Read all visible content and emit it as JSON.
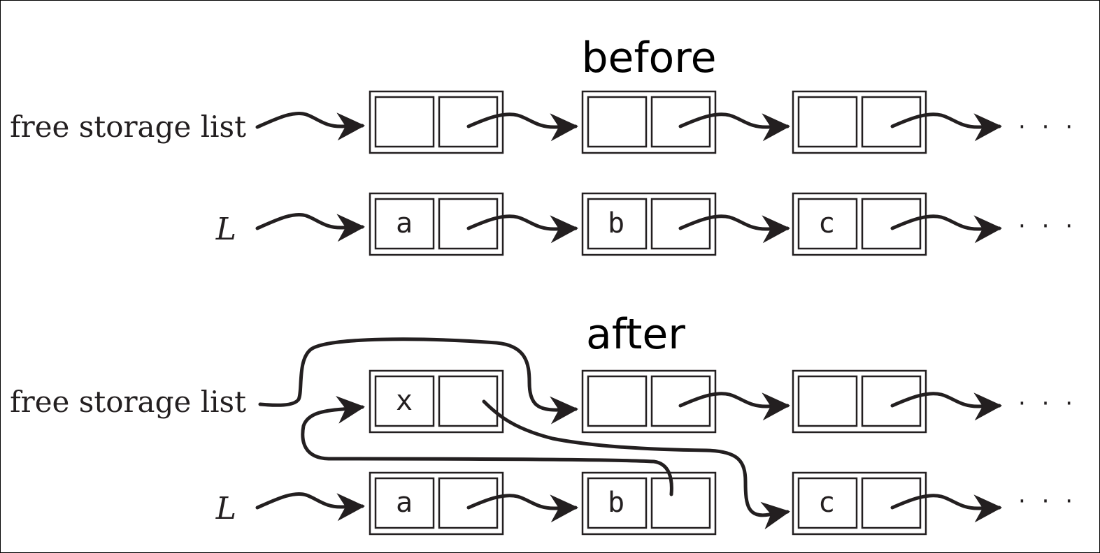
{
  "titles": {
    "before": "before",
    "after": "after"
  },
  "labels": {
    "free_storage_list": "free storage list",
    "list_var": "L"
  },
  "cells": {
    "a": "a",
    "b": "b",
    "c": "c",
    "x": "x"
  },
  "ellipsis": "· · ·",
  "colors": {
    "ink": "#231f20",
    "background": "#ffffff"
  }
}
